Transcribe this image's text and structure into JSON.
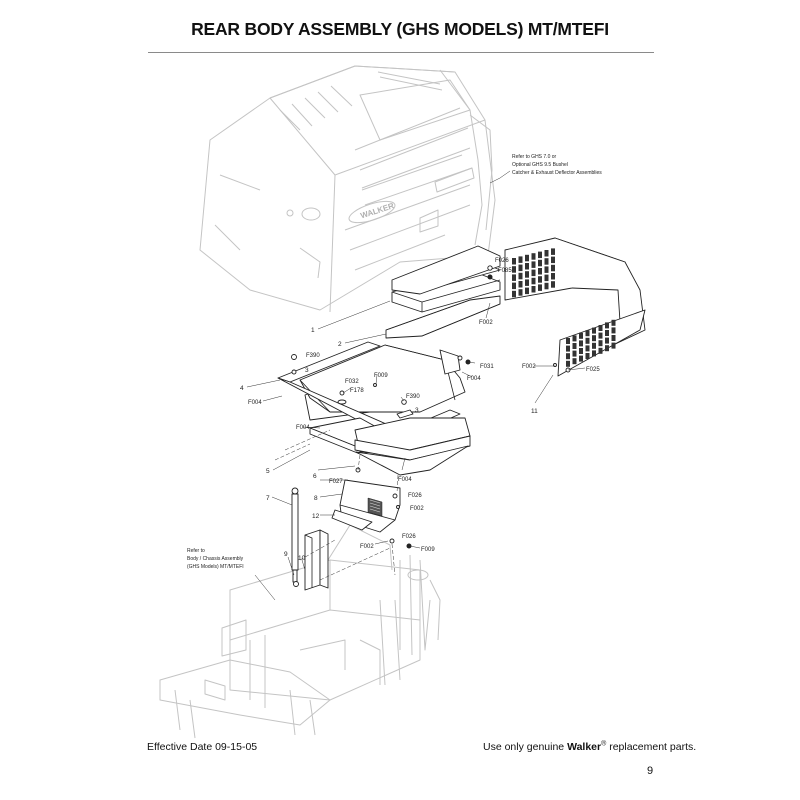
{
  "header": {
    "title": "REAR BODY ASSEMBLY (GHS MODELS) MT/MTEFI"
  },
  "notes": {
    "top_line1": "Refer to GHS 7.0 or",
    "top_line2": "Optional GHS 9.5 Bushel",
    "top_line3": "Catcher & Exhaust Deflector Assemblies",
    "left_line1": "Refer to",
    "left_line2": "Body / Chassis Assembly",
    "left_line3": "(GHS Models) MT/MTEFI"
  },
  "decals": {
    "brand": "WALKER"
  },
  "callouts": {
    "n1": "1",
    "n2": "2",
    "n3a": "3",
    "n3b": "3",
    "n4": "4",
    "n5": "5",
    "n6": "6",
    "n7": "7",
    "n8": "8",
    "n9": "9",
    "n10": "10",
    "n11": "11",
    "n12": "12",
    "f026a": "F026",
    "f085": "F085",
    "f002a": "F002",
    "f390a": "F390",
    "f031": "F031",
    "f004a": "F004",
    "f032": "F032",
    "f009a": "F009",
    "f178": "F178",
    "f004b": "F004",
    "f390b": "F390",
    "f004c": "F004",
    "f004d": "F004",
    "f027": "F027",
    "f026b": "F026",
    "f002b": "F002",
    "f026c": "F026",
    "f002c": "F002",
    "f009b": "F009",
    "f002d": "F002",
    "f025": "F025"
  },
  "footer": {
    "effective_date": "Effective Date 09-15-05",
    "slogan_pre": "Use only genuine ",
    "slogan_brand": "Walker",
    "slogan_reg": "®",
    "slogan_post": "  replacement parts.",
    "page_number": "9"
  }
}
